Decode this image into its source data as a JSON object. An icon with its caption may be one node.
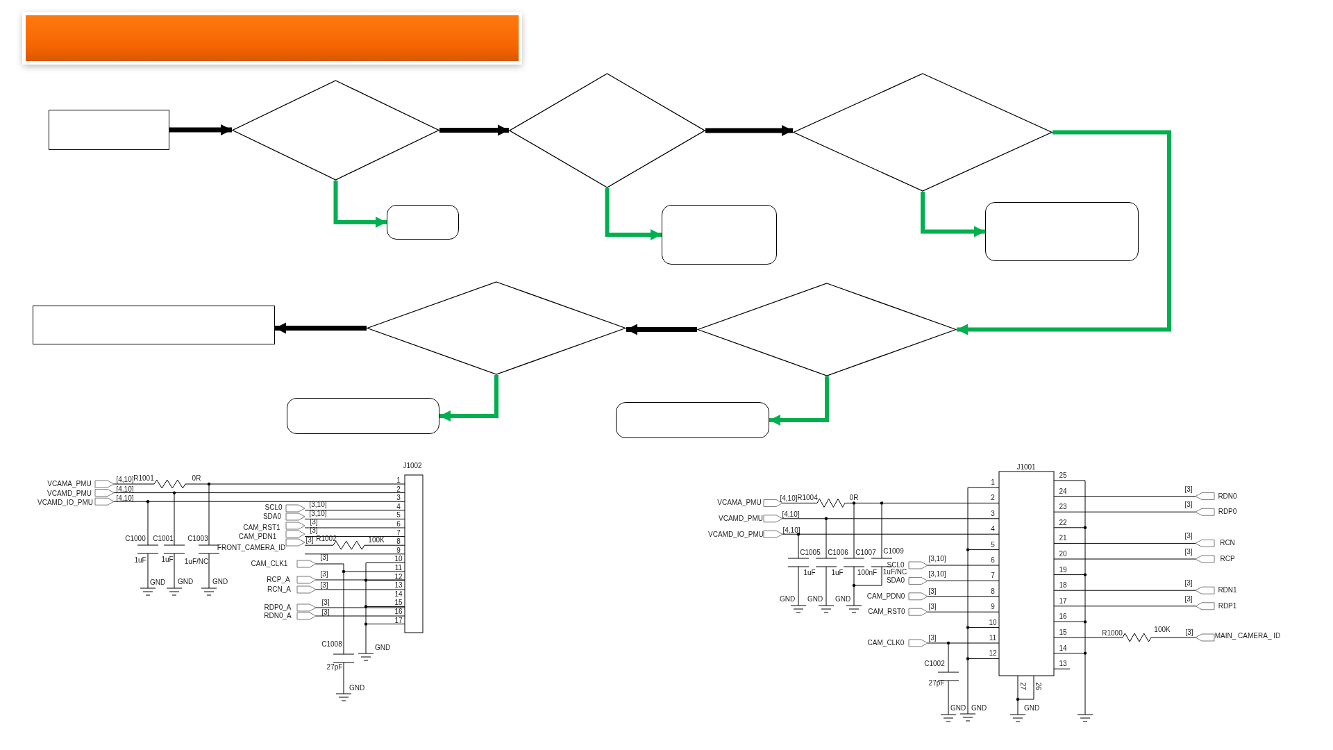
{
  "diagram": {
    "nodes": [
      {
        "text": [],
        "shape": "bar"
      },
      {
        "text": [],
        "shape": "box"
      },
      {
        "text": [],
        "shape": "diamond"
      },
      {
        "text": [],
        "shape": "diamond"
      },
      {
        "text": [],
        "shape": "diamond"
      },
      {
        "text": [],
        "shape": "box"
      },
      {
        "text": [],
        "shape": "box"
      },
      {
        "text": [],
        "shape": "box"
      },
      {
        "text": [],
        "shape": "box"
      },
      {
        "text": [],
        "shape": "diamond"
      },
      {
        "text": [],
        "shape": "diamond"
      },
      {
        "text": [],
        "shape": "box"
      },
      {
        "text": [],
        "shape": "box"
      }
    ],
    "edges": [
      {
        "from": 1,
        "to": 2,
        "arrow": "to",
        "color": "#000000"
      },
      {
        "from": 2,
        "to": 5,
        "arrow": "to"
      },
      {
        "from": 2,
        "to": 3,
        "arrow": "to",
        "color": "#000000"
      },
      {
        "from": 3,
        "to": 6,
        "arrow": "to"
      },
      {
        "from": 3,
        "to": 4,
        "arrow": "to",
        "color": "#000000"
      },
      {
        "from": 4,
        "to": 7,
        "arrow": "to"
      },
      {
        "from": 4,
        "to": 10,
        "arrow": "to"
      },
      {
        "from": 10,
        "to": 12,
        "arrow": "to"
      },
      {
        "from": 10,
        "to": 9,
        "arrow": "to",
        "color": "#000000"
      },
      {
        "from": 9,
        "to": 11,
        "arrow": "to"
      },
      {
        "from": 9,
        "to": 8,
        "arrow": "to",
        "color": "#000000"
      }
    ],
    "labels": [
      "J1002",
      "VCAMA_PMU",
      "[4,10]",
      "R1001",
      "0R",
      "VCAMD_PMU",
      "[4,10]",
      "VCAMD_IO_PMU",
      "[4,10]",
      "SCL0",
      "[3,10]",
      "SDA0",
      "[3,10]",
      "[3]",
      "CAM_RST1",
      "[3]",
      "C1000",
      "C1001",
      "C1003",
      "CAM_PDN1",
      "[3]",
      "R1002",
      "100K",
      "FRONT_CAMERA_ID",
      "1uF",
      "1uF",
      "1uF/NC",
      "[3]",
      "CAM_CLK1",
      "GND",
      "GND",
      "GND",
      "[3]",
      "RCP_A",
      "[3]",
      "RCN_A",
      "[3]",
      "RDP0_A",
      "[3]",
      "RDN0_A",
      "C1008",
      "GND",
      "27pF",
      "GND",
      "1",
      "2",
      "3",
      "4",
      "5",
      "6",
      "7",
      "8",
      "9",
      "10",
      "11",
      "12",
      "13",
      "14",
      "15",
      "16",
      "17",
      "J1001",
      "VCAMA_PMU",
      "[4,10]",
      "R1004",
      "0R",
      "VCAMD_PMU",
      "[4,10]",
      "VCAMD_IO_PMU",
      "[4,10]",
      "C1005",
      "C1006",
      "C1007",
      "C1009",
      "1uF",
      "1uF",
      "100nF",
      "1uF/NC",
      "SCL0",
      "[3,10]",
      "SDA0",
      "[3,10]",
      "GND",
      "GND",
      "GND",
      "CAM_PDN0",
      "[3]",
      "CAM_RST0",
      "[3]",
      "CAM_CLK0",
      "[3]",
      "C1002",
      "27pF",
      "GND",
      "GND",
      "GND",
      "27",
      "26",
      "1",
      "2",
      "3",
      "4",
      "5",
      "6",
      "7",
      "8",
      "9",
      "10",
      "11",
      "12",
      "25",
      "24",
      "23",
      "22",
      "21",
      "20",
      "19",
      "18",
      "17",
      "16",
      "15",
      "14",
      "13",
      "[3]",
      "RDN0",
      "[3]",
      "RDP0",
      "[3]",
      "RCN",
      "[3]",
      "RCP",
      "[3]",
      "RDN1",
      "[3]",
      "RDP1",
      "R1000",
      "100K",
      "[3]",
      "MAIN_ CAMERA_ ID"
    ]
  }
}
